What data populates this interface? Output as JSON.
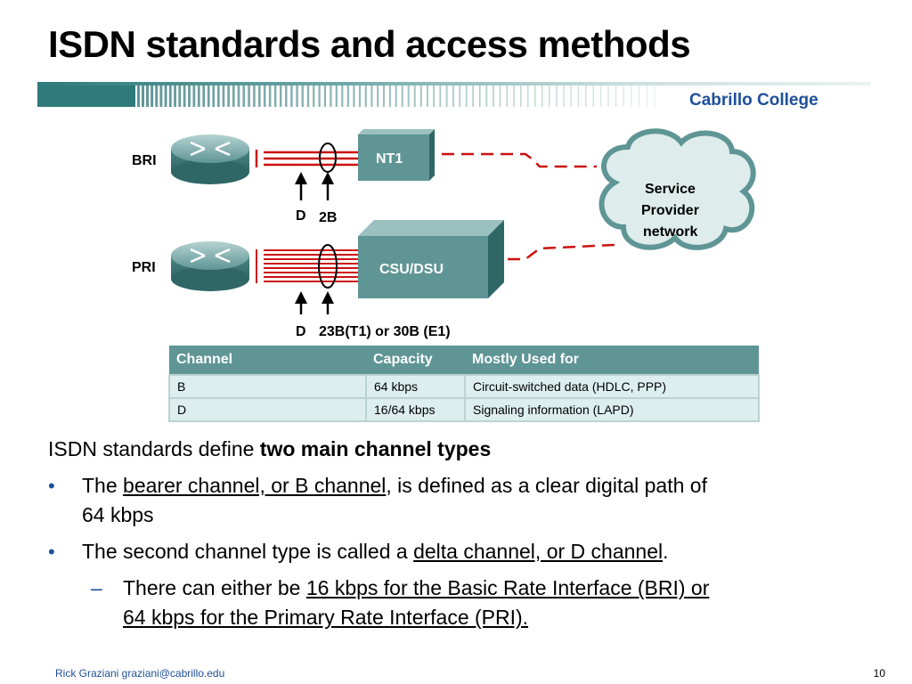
{
  "title": "ISDN standards and access methods",
  "brand": "Cabrillo College",
  "colors": {
    "brand_blue": "#1e4f9a",
    "header_teal": "#5f9595",
    "cell_fill": "#ddeeee",
    "line_red": "#cc1111"
  },
  "diagram": {
    "bri_label": "BRI",
    "pri_label": "PRI",
    "nt1_label": "NT1",
    "csudsu_label": "CSU/DSU",
    "cloud_label": [
      "Service",
      "Provider",
      "network"
    ],
    "bri_d_label": "D",
    "bri_b_label": "2B",
    "pri_d_label": "D",
    "pri_b_label": "23B(T1) or 30B (E1)"
  },
  "table": {
    "headers": [
      "Channel",
      "Capacity",
      "Mostly Used for"
    ],
    "rows": [
      [
        "B",
        "64 kbps",
        "Circuit-switched data (HDLC, PPP)"
      ],
      [
        "D",
        "16/64 kbps",
        "Signaling information (LAPD)"
      ]
    ]
  },
  "body": {
    "intro_plain": "ISDN standards define ",
    "intro_bold": "two main channel types",
    "bullet_mark": "•",
    "dash_mark": "–",
    "b1_pre": "The ",
    "b1_link": "bearer channel, or B channel",
    "b1_post": ", is defined as a clear digital path of",
    "b1_cont": "64 kbps",
    "b2_pre": "The second channel type is called a ",
    "b2_link": "delta channel, or D channel",
    "b2_post": ".",
    "sub_pre": "There can either be ",
    "sub_link1": "16 kbps for the Basic Rate Interface (BRI) or",
    "sub_link2": "64 kbps for the Primary Rate Interface (PRI)."
  },
  "footer": {
    "author": "Rick Graziani  graziani@cabrillo.edu",
    "page": "10"
  }
}
